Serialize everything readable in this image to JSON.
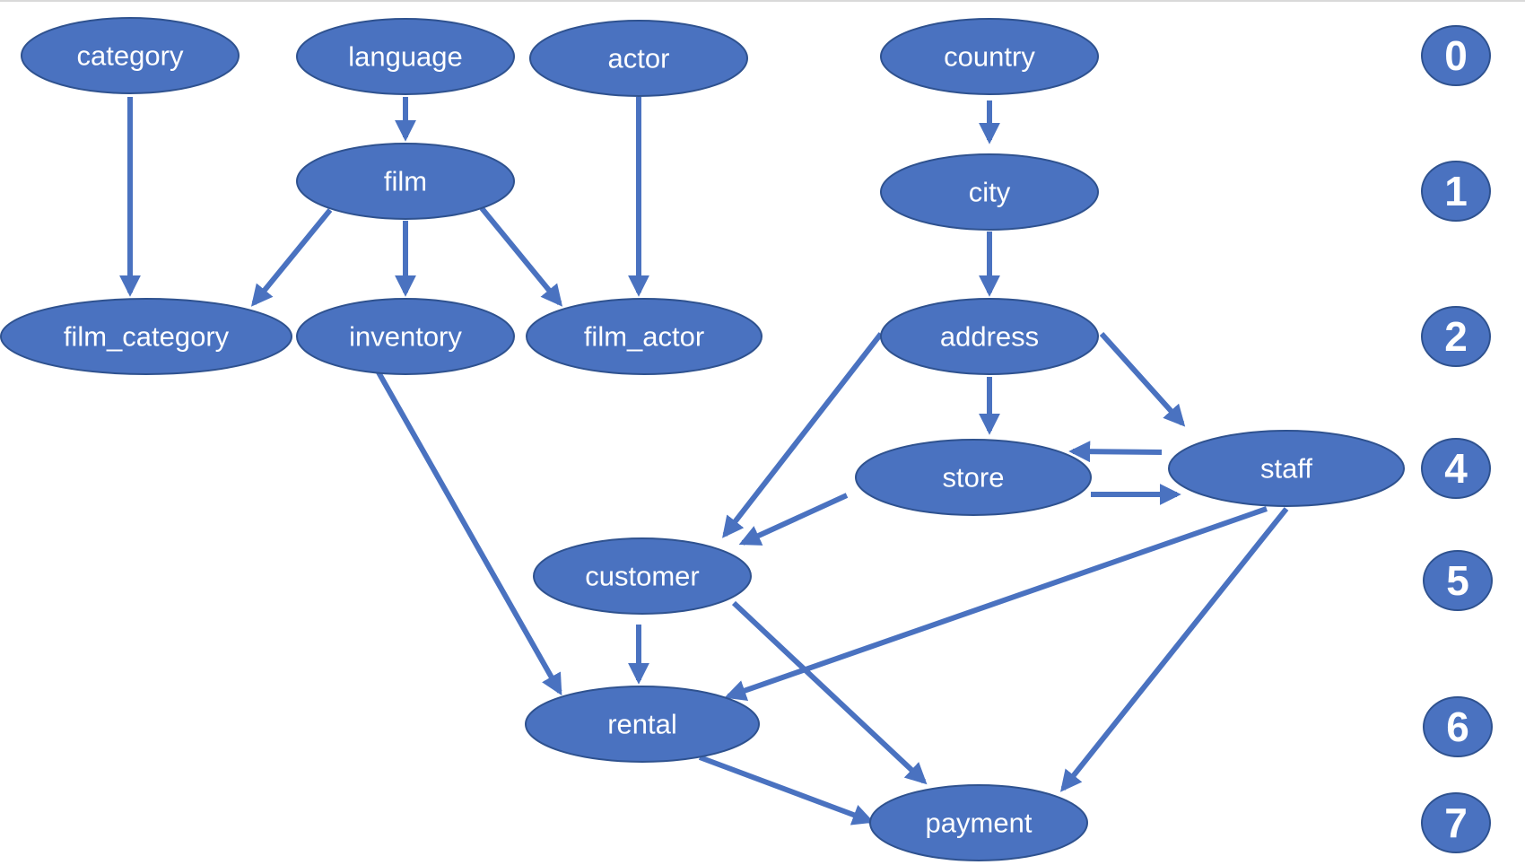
{
  "colors": {
    "node": "#4a72c0",
    "edge": "#4a72c0",
    "text": "#ffffff"
  },
  "nodes": [
    {
      "id": "category",
      "label": "category"
    },
    {
      "id": "language",
      "label": "language"
    },
    {
      "id": "actor",
      "label": "actor"
    },
    {
      "id": "country",
      "label": "country"
    },
    {
      "id": "film",
      "label": "film"
    },
    {
      "id": "city",
      "label": "city"
    },
    {
      "id": "film_category",
      "label": "film_category"
    },
    {
      "id": "inventory",
      "label": "inventory"
    },
    {
      "id": "film_actor",
      "label": "film_actor"
    },
    {
      "id": "address",
      "label": "address"
    },
    {
      "id": "store",
      "label": "store"
    },
    {
      "id": "staff",
      "label": "staff"
    },
    {
      "id": "customer",
      "label": "customer"
    },
    {
      "id": "rental",
      "label": "rental"
    },
    {
      "id": "payment",
      "label": "payment"
    }
  ],
  "edges": [
    {
      "from": "category",
      "to": "film_category"
    },
    {
      "from": "language",
      "to": "film"
    },
    {
      "from": "actor",
      "to": "film_actor"
    },
    {
      "from": "country",
      "to": "city"
    },
    {
      "from": "film",
      "to": "film_category"
    },
    {
      "from": "film",
      "to": "inventory"
    },
    {
      "from": "film",
      "to": "film_actor"
    },
    {
      "from": "city",
      "to": "address"
    },
    {
      "from": "address",
      "to": "customer"
    },
    {
      "from": "address",
      "to": "store"
    },
    {
      "from": "address",
      "to": "staff"
    },
    {
      "from": "staff",
      "to": "store"
    },
    {
      "from": "store",
      "to": "staff"
    },
    {
      "from": "store",
      "to": "customer"
    },
    {
      "from": "inventory",
      "to": "rental"
    },
    {
      "from": "customer",
      "to": "rental"
    },
    {
      "from": "customer",
      "to": "payment"
    },
    {
      "from": "staff",
      "to": "rental"
    },
    {
      "from": "staff",
      "to": "payment"
    },
    {
      "from": "rental",
      "to": "payment"
    }
  ],
  "levels": [
    "0",
    "1",
    "2",
    "4",
    "5",
    "6",
    "7"
  ]
}
